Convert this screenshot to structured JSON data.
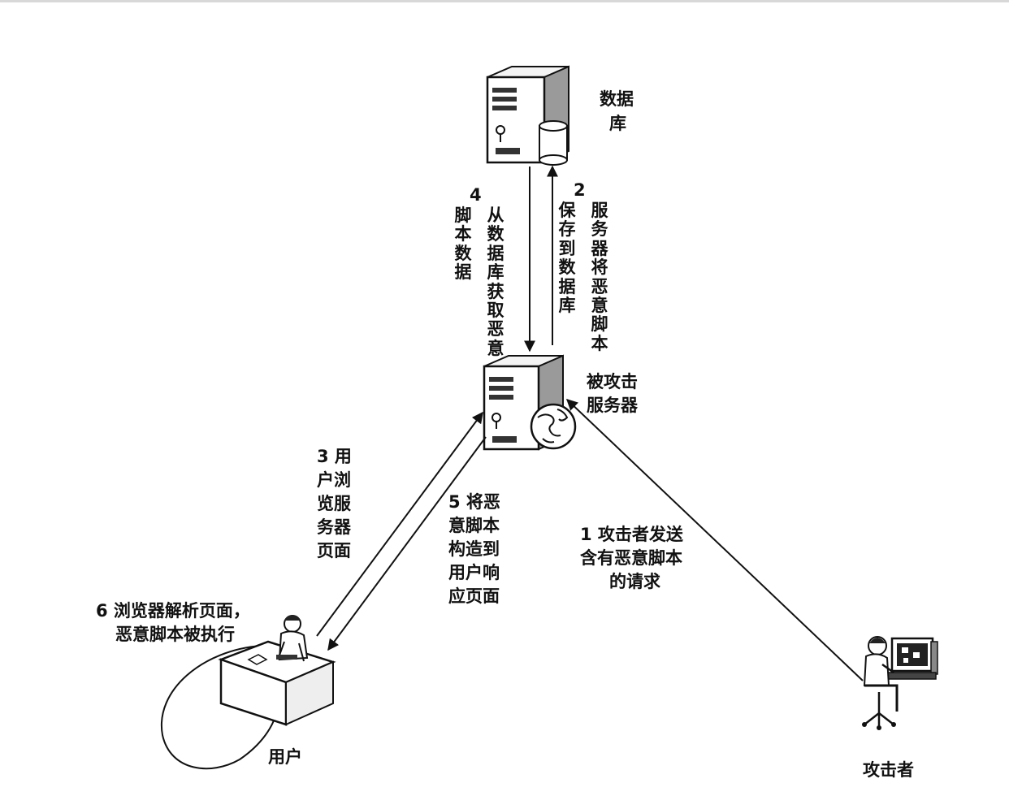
{
  "nodes": {
    "database": {
      "label": "数据库",
      "lines": [
        "数据",
        "库"
      ],
      "icon": "database-server-icon"
    },
    "server": {
      "label": "被攻击服务器",
      "lines": [
        "被攻击",
        "服务器"
      ],
      "icon": "web-server-icon"
    },
    "user": {
      "label": "用户",
      "icon": "user-at-desk-icon"
    },
    "attacker": {
      "label": "攻击者",
      "icon": "attacker-at-computer-icon"
    }
  },
  "steps": {
    "s1": {
      "lines": [
        "1  攻击者发送",
        "含有恶意脚本",
        "的请求"
      ]
    },
    "s2": {
      "num": "2",
      "col1": "服务器将恶意脚本",
      "col2": "保存到数据库"
    },
    "s3": {
      "lines": [
        "3  用",
        "户浏",
        "览服",
        "务器",
        "页面"
      ]
    },
    "s4": {
      "num": "4",
      "col1": "从数据库获取恶意",
      "col2": "脚本数据"
    },
    "s5": {
      "lines": [
        "5  将恶",
        "意脚本",
        "构造到",
        "用户响",
        "应页面"
      ]
    },
    "s6": {
      "lines": [
        "6  浏览器解析页面，",
        "恶意脚本被执行"
      ]
    }
  }
}
